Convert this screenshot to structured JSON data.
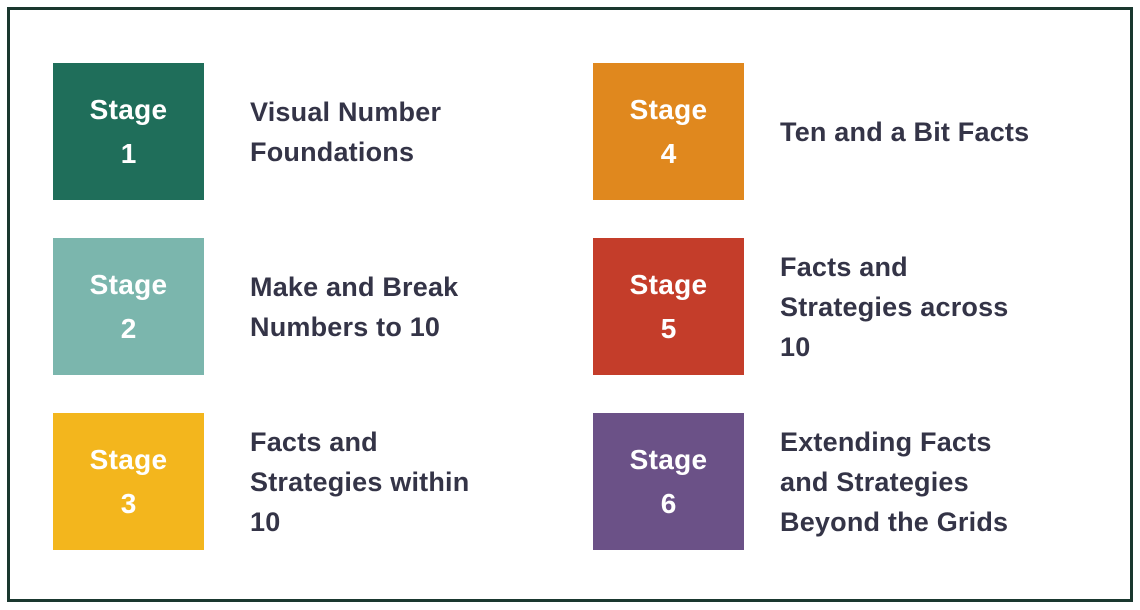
{
  "page": {
    "background": "#ffffff",
    "border_color": "#1a382f",
    "text_color": "#343447",
    "label_text_color": "#ffffff"
  },
  "stages": [
    {
      "word": "Stage",
      "number": "1",
      "color": "#1f6e5a",
      "description": "Visual Number\nFoundations"
    },
    {
      "word": "Stage",
      "number": "2",
      "color": "#7bb6ad",
      "description": "Make and Break\nNumbers to 10"
    },
    {
      "word": "Stage",
      "number": "3",
      "color": "#f3b61d",
      "description": "Facts and\nStrategies within\n10"
    },
    {
      "word": "Stage",
      "number": "4",
      "color": "#e0881e",
      "description": "Ten and a Bit Facts"
    },
    {
      "word": "Stage",
      "number": "5",
      "color": "#c43d2a",
      "description": "Facts and\nStrategies across\n10"
    },
    {
      "word": "Stage",
      "number": "6",
      "color": "#6b5187",
      "description": "Extending Facts\nand Strategies\nBeyond the Grids"
    }
  ]
}
